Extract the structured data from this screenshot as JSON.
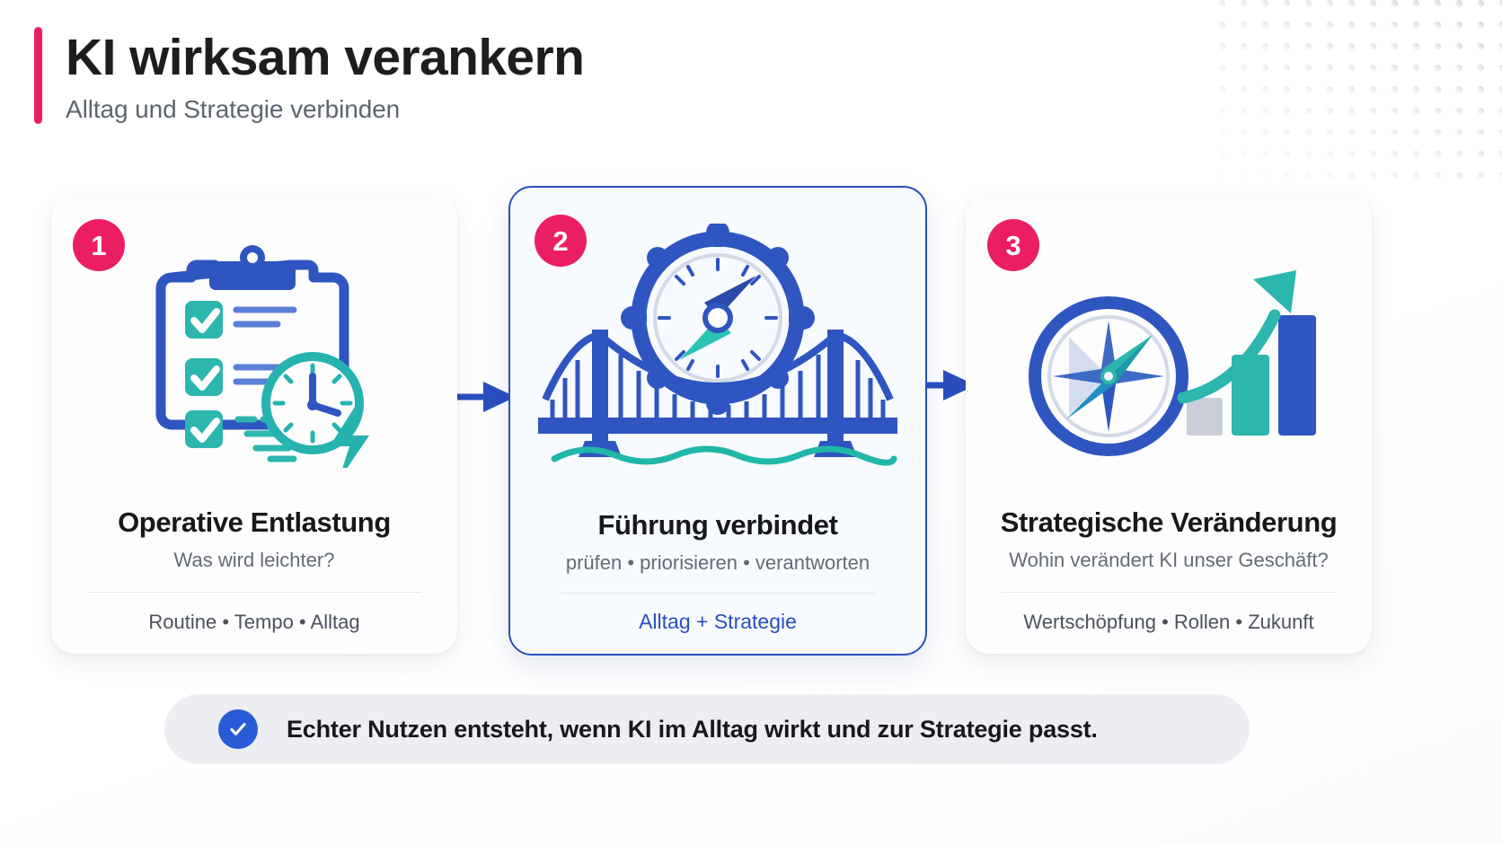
{
  "header": {
    "title": "KI wirksam verankern",
    "subtitle": "Alltag und Strategie verbinden",
    "accent_color": "#ec1e63"
  },
  "colors": {
    "accent_pink": "#ec1e63",
    "primary_blue": "#2a4fbe",
    "teal": "#27b5ac",
    "text_dark": "#17181b",
    "text_muted": "#636b75",
    "banner_bg": "#eceef2"
  },
  "cards": [
    {
      "number": "1",
      "icon": "clipboard-clock-icon",
      "title": "Operative Entlastung",
      "subtitle": "Was wird leichter?",
      "tags_text": "Routine • Tempo • Alltag",
      "tags": [
        "Routine",
        "Tempo",
        "Alltag"
      ],
      "featured": false
    },
    {
      "number": "2",
      "icon": "compass-bridge-icon",
      "title": "Führung verbindet",
      "subtitle": "prüfen • priorisieren • verantworten",
      "subtitle_items": [
        "prüfen",
        "priorisieren",
        "verantworten"
      ],
      "tags_text": "Alltag + Strategie",
      "featured": true
    },
    {
      "number": "3",
      "icon": "compass-rose-growth-chart-icon",
      "title": "Strategische Veränderung",
      "subtitle": "Wohin verändert KI unser Geschäft?",
      "tags_text": "Wertschöpfung • Rollen • Zukunft",
      "tags": [
        "Wertschöpfung",
        "Rollen",
        "Zukunft"
      ],
      "featured": false
    }
  ],
  "banner": {
    "icon": "check-circle-icon",
    "text": "Echter Nutzen entsteht, wenn KI im Alltag wirkt und zur Strategie passt."
  }
}
